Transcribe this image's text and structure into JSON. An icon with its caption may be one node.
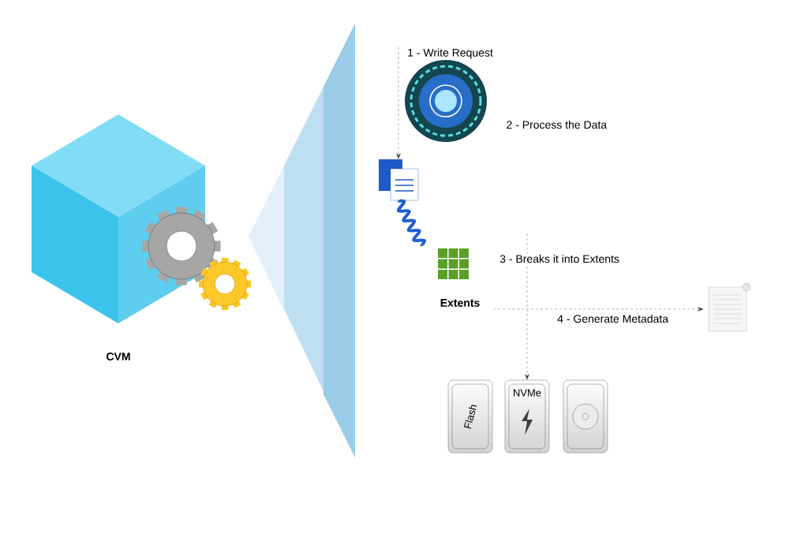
{
  "diagram": {
    "nodes": [
      {
        "text": [
          "CVM"
        ]
      },
      {
        "text": [],
        "shape": "picture",
        "beside": [
          "2 - Process the Data"
        ]
      },
      {
        "text": [],
        "shape": "picture"
      },
      {
        "text": [
          "Extents"
        ]
      },
      {
        "text": [],
        "shape": "picture"
      },
      {
        "text": [
          "Flash"
        ]
      },
      {
        "text": [
          "NVMe"
        ]
      },
      {
        "text": [],
        "shape": "picture"
      }
    ],
    "edges": [
      {
        "from": null,
        "to": 2,
        "arrow": "to",
        "label": "1 - Write Request",
        "style": "dashed"
      },
      {
        "from": 2,
        "to": 3,
        "arrow": "none",
        "style": "thick",
        "color": "#1f5fd0"
      },
      {
        "from": 3,
        "to": 4,
        "arrow": "to",
        "label": "4 - Generate Metadata",
        "style": "dashed"
      },
      {
        "from": null,
        "to": 6,
        "arrow": "to",
        "label": "3 - Breaks it into Extents",
        "style": "dashed"
      }
    ]
  }
}
